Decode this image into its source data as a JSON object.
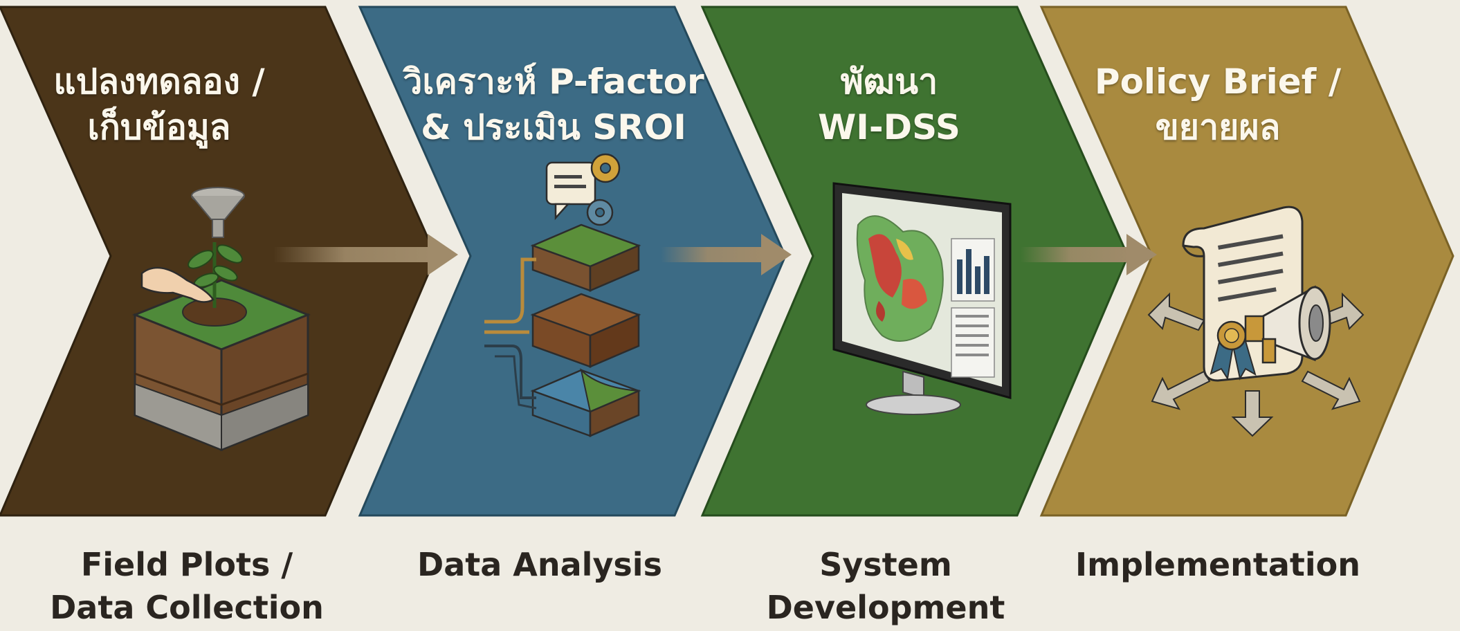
{
  "stages": [
    {
      "title_line1": "แปลงทดลอง /",
      "title_line2": "เก็บข้อมูล",
      "caption_line1": "Field Plots /",
      "caption_line2": "Data Collection",
      "color": "#4b3519",
      "icon": "soil-plot-hand-planting-icon"
    },
    {
      "title_line1": "วิเคราะห์ P-factor",
      "title_line2": "& ประเมิน SROI",
      "caption_line1": "Data Analysis",
      "caption_line2": "",
      "color": "#3c6b85",
      "icon": "layered-analysis-gear-icon"
    },
    {
      "title_line1": "พัฒนา",
      "title_line2": "WI-DSS",
      "caption_line1": "System",
      "caption_line2": "Development",
      "color": "#3f7331",
      "icon": "monitor-map-dashboard-icon"
    },
    {
      "title_line1": "Policy Brief /",
      "title_line2": "ขยายผล",
      "caption_line1": "Implementation",
      "caption_line2": "",
      "color": "#a98a3f",
      "icon": "scroll-megaphone-icon"
    }
  ]
}
